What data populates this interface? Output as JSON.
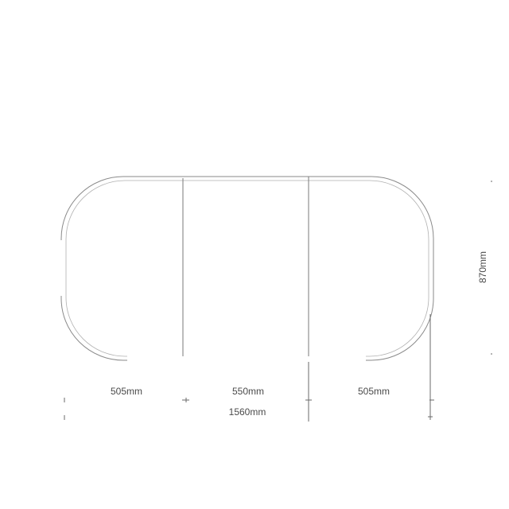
{
  "dimensions": {
    "segment_left": "505mm",
    "segment_middle": "550mm",
    "segment_right": "505mm",
    "total_length": "1560mm",
    "depth": "870mm"
  },
  "colors": {
    "line": "#8a8a8a",
    "text": "#4a4a4a",
    "background": "#ffffff"
  }
}
